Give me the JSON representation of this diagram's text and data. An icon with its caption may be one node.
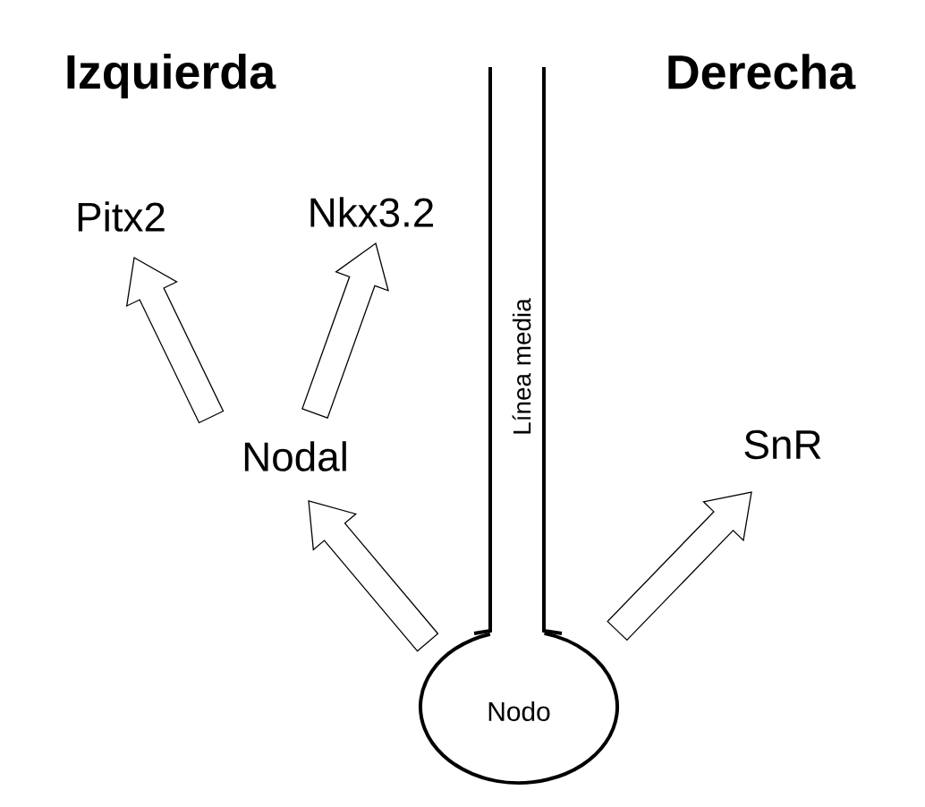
{
  "diagram": {
    "nodes": [
      {
        "text": [
          "Nodo"
        ]
      },
      {
        "text": [
          "Línea media"
        ]
      },
      {
        "text": [
          "Nodal"
        ]
      },
      {
        "text": [
          "Pitx2"
        ]
      },
      {
        "text": [
          "Nkx3.2"
        ]
      },
      {
        "text": [
          "SnR"
        ]
      }
    ],
    "edges": [
      {
        "from": 0,
        "to": 2,
        "arrow": "to"
      },
      {
        "from": 2,
        "to": 3,
        "arrow": "to"
      },
      {
        "from": 2,
        "to": 4,
        "arrow": "to"
      },
      {
        "from": 0,
        "to": 5,
        "arrow": "to"
      }
    ],
    "labels": [
      "Izquierda",
      "Derecha"
    ]
  }
}
